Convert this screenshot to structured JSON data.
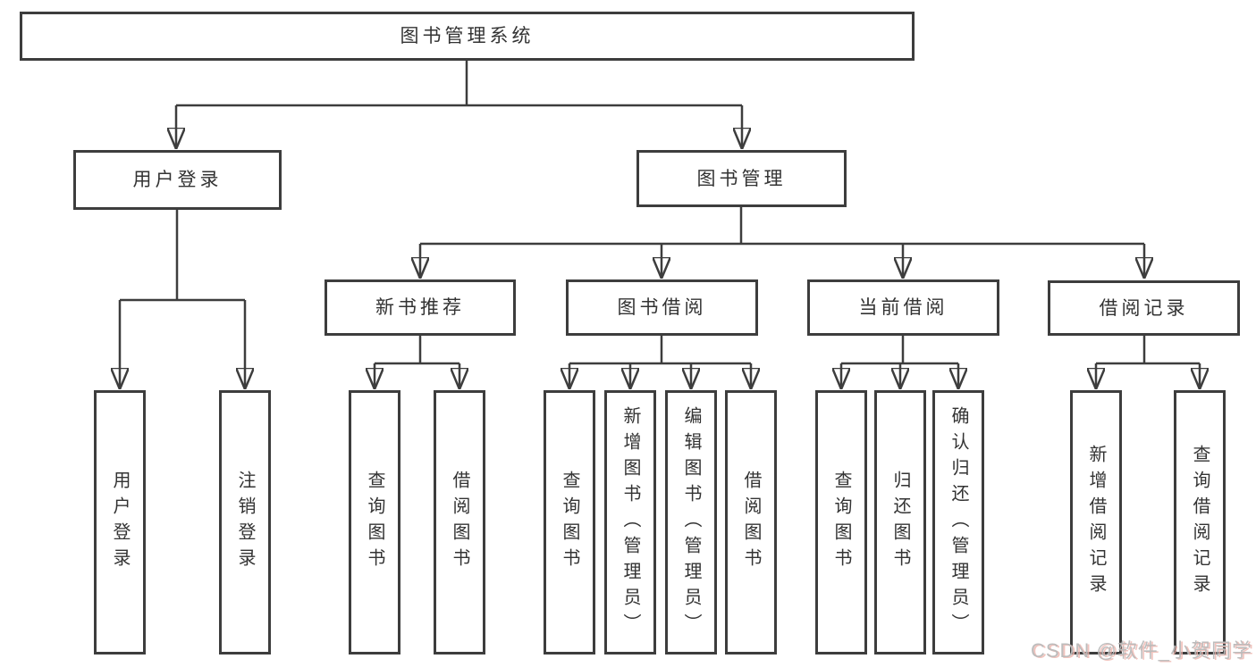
{
  "nodes": {
    "root": {
      "label": "图书管理系统"
    },
    "user_login": {
      "label": "用户登录"
    },
    "book_mgmt": {
      "label": "图书管理"
    },
    "new_book_rec": {
      "label": "新书推荐"
    },
    "book_borrow": {
      "label": "图书借阅"
    },
    "current_borrow": {
      "label": "当前借阅"
    },
    "borrow_records": {
      "label": "借阅记录"
    },
    "login_action": {
      "label": "用户登录"
    },
    "logout_action": {
      "label": "注销登录"
    },
    "query_books_rec": {
      "label": "查询图书"
    },
    "borrow_books_rec": {
      "label": "借阅图书"
    },
    "query_books_borrow": {
      "label": "查询图书"
    },
    "add_books": {
      "label": "新增图书（管理员）"
    },
    "edit_books": {
      "label": "编辑图书（管理员）"
    },
    "borrow_books_borrow": {
      "label": "借阅图书"
    },
    "query_books_current": {
      "label": "查询图书"
    },
    "return_books": {
      "label": "归还图书"
    },
    "confirm_return": {
      "label": "确认归还（管理员）"
    },
    "add_borrow_record": {
      "label": "新增借阅记录"
    },
    "query_borrow_record": {
      "label": "查询借阅记录"
    }
  },
  "watermark": {
    "text": "CSDN @软件_小贺同学"
  },
  "colors": {
    "line": "#3d3d3d",
    "box_border": "#3d3d3d",
    "text": "#333333",
    "watermark_gray": "#b9b9b9",
    "watermark_shadow": "#eeb4ac",
    "background": "#ffffff"
  }
}
